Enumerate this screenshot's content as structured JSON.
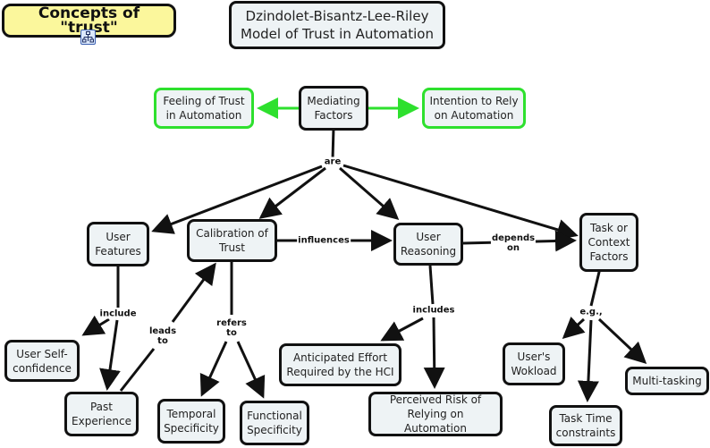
{
  "diagram": {
    "type": "concept-map",
    "colors": {
      "node_fill": "#eef3f5",
      "node_border": "#111111",
      "green_border": "#2ee02e",
      "title_fill": "#fbf79c"
    },
    "nodes": {
      "concepts_title": "Concepts of \"trust\"",
      "model_title": "Dzindolet-Bisantz-Lee-Riley\nModel of Trust in Automation",
      "mediating": "Mediating\nFactors",
      "feeling": "Feeling of Trust\nin Automation",
      "intention": "Intention to Rely\non Automation",
      "user_features": "User\nFeatures",
      "calibration": "Calibration of\nTrust",
      "user_reasoning": "User\nReasoning",
      "task_context": "Task or\nContext\nFactors",
      "self_confidence": "User Self-\nconfidence",
      "past_experience": "Past\nExperience",
      "temporal": "Temporal\nSpecificity",
      "functional": "Functional\nSpecificity",
      "anticipated": "Anticipated Effort\nRequired by the HCI",
      "perceived_risk": "Perceived Risk of\nRelying on Automation",
      "workload": "User's\nWokload",
      "task_time": "Task Time\nconstraints",
      "multitasking": "Multi-tasking"
    },
    "links": {
      "are": "are",
      "influences": "influences",
      "depends_on": "depends\non",
      "include": "include",
      "leads_to": "leads\nto",
      "refers_to": "refers\nto",
      "includes": "includes",
      "eg": "e.g.,"
    },
    "icons": {
      "submap": "submap-icon"
    }
  }
}
